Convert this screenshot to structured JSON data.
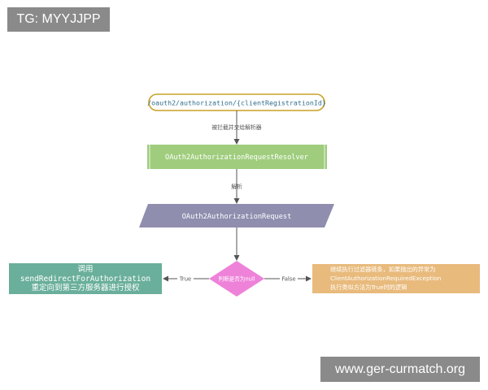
{
  "watermark_top_left": "TG: MYYJJPP",
  "watermark_bottom_right": "www.ger-curmatch.org",
  "flow": {
    "start_node": "/oauth2/authorization/{clientRegistrationId}",
    "edge_intercept_label": "被拦截并交给解析器",
    "resolver_node": "OAuth2AuthorizationRequestResolver",
    "edge_parse_label": "解析",
    "request_node": "OAuth2AuthorizationRequest",
    "decision_node": "判断是否为null",
    "edge_true_label": "True",
    "edge_false_label": "False",
    "true_box_lines": [
      "调用",
      "sendRedirectForAuthorization",
      "重定向到第三方服务器进行授权"
    ],
    "false_box_lines": [
      "继续执行过滤器链条，如果抛出的异常为",
      "ClientAuthorizationRequiredException",
      "执行类似方法为True时的逻辑"
    ]
  },
  "colors": {
    "start_border": "#c9a227",
    "resolver_fill": "#9fcd7d",
    "request_fill": "#8f8eaf",
    "decision_fill": "#ee82d9",
    "true_fill": "#6aaf9b",
    "false_fill": "#e8ba7c",
    "edge": "#555555",
    "watermark": "#8a8a8a"
  }
}
